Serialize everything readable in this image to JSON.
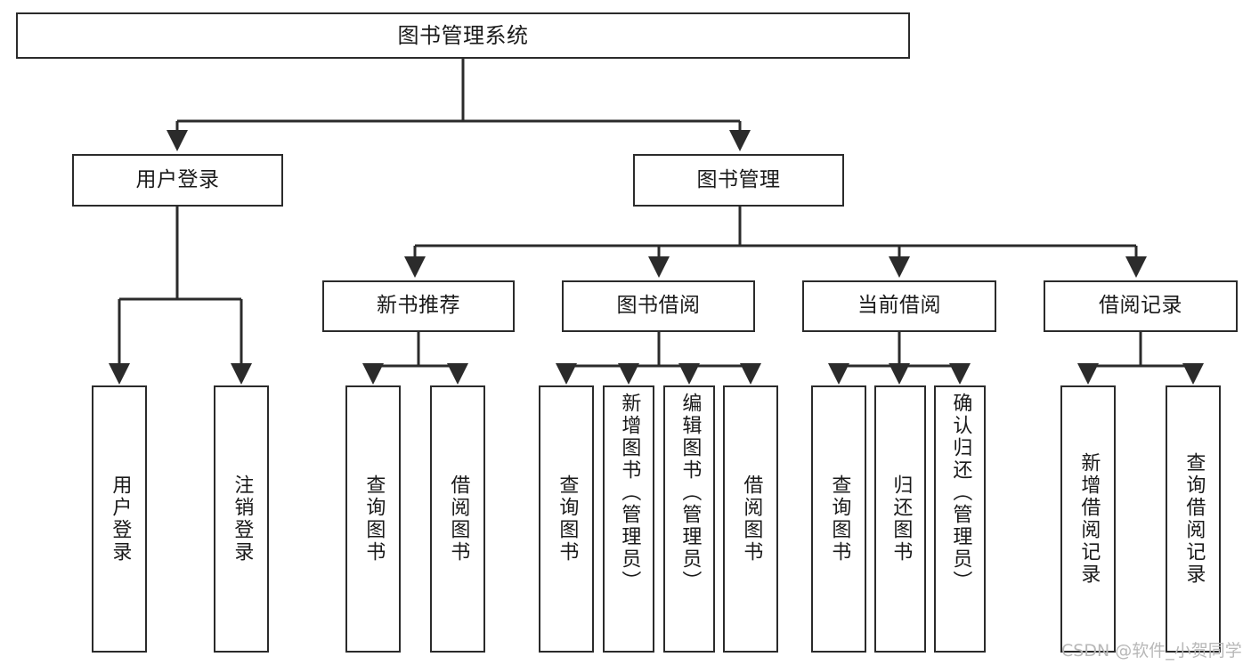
{
  "diagram": {
    "title": "图书管理系统",
    "type": "hierarchy-tree",
    "levels": {
      "root": {
        "label": "图书管理系统"
      },
      "level2": [
        {
          "id": "user-login",
          "label": "用户登录"
        },
        {
          "id": "book-management",
          "label": "图书管理"
        }
      ],
      "level3": [
        {
          "id": "new-book-recommend",
          "label": "新书推荐",
          "parent": "book-management"
        },
        {
          "id": "book-borrow",
          "label": "图书借阅",
          "parent": "book-management"
        },
        {
          "id": "current-borrow",
          "label": "当前借阅",
          "parent": "book-management"
        },
        {
          "id": "borrow-record",
          "label": "借阅记录",
          "parent": "book-management"
        }
      ],
      "leaves": [
        {
          "id": "leaf-user-login",
          "label": "用户登录",
          "parent": "user-login"
        },
        {
          "id": "leaf-logout",
          "label": "注销登录",
          "parent": "user-login"
        },
        {
          "id": "leaf-query-book-1",
          "label": "查询图书",
          "parent": "new-book-recommend"
        },
        {
          "id": "leaf-borrow-book-1",
          "label": "借阅图书",
          "parent": "new-book-recommend"
        },
        {
          "id": "leaf-query-book-2",
          "label": "查询图书",
          "parent": "book-borrow"
        },
        {
          "id": "leaf-add-book",
          "label": "新增图书（管理员）",
          "parent": "book-borrow"
        },
        {
          "id": "leaf-edit-book",
          "label": "编辑图书（管理员）",
          "parent": "book-borrow"
        },
        {
          "id": "leaf-borrow-book-2",
          "label": "借阅图书",
          "parent": "book-borrow"
        },
        {
          "id": "leaf-query-book-3",
          "label": "查询图书",
          "parent": "current-borrow"
        },
        {
          "id": "leaf-return-book",
          "label": "归还图书",
          "parent": "current-borrow"
        },
        {
          "id": "leaf-confirm-return",
          "label": "确认归还（管理员）",
          "parent": "current-borrow"
        },
        {
          "id": "leaf-add-record",
          "label": "新增借阅记录",
          "parent": "borrow-record"
        },
        {
          "id": "leaf-query-record",
          "label": "查询借阅记录",
          "parent": "borrow-record"
        }
      ]
    },
    "watermark": "CSDN @软件_小贺同学",
    "colors": {
      "stroke": "#2b2b2b",
      "background": "#ffffff",
      "text": "#1a1a1a",
      "watermark": "#b8b8b8"
    }
  }
}
